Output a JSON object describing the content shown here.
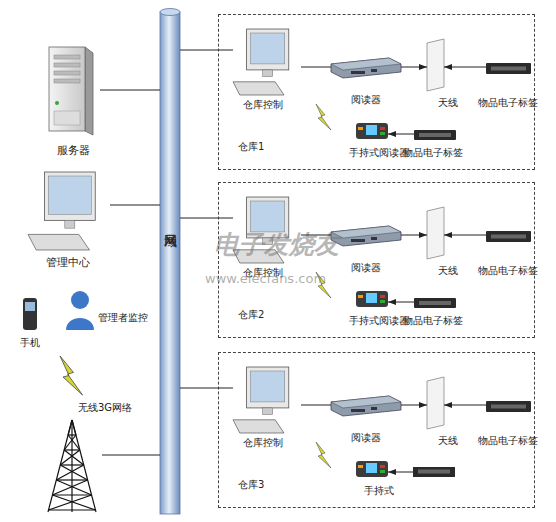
{
  "diagram": {
    "nodes": [
      {
        "text": [
          "服务器"
        ]
      },
      {
        "text": [
          "局域网"
        ]
      },
      {
        "text": [
          "管理中心"
        ]
      },
      {
        "text": [
          "手机"
        ]
      },
      {
        "text": [
          "管理者监控"
        ]
      },
      {
        "text": [
          "无线3G网络"
        ]
      },
      {
        "text": [
          "仓库1"
        ]
      },
      {
        "text": [
          "仓库控制"
        ],
        "in": 6
      },
      {
        "text": [
          "阅读器"
        ],
        "in": 6
      },
      {
        "text": [
          "天线"
        ],
        "in": 6
      },
      {
        "text": [
          "物品电子标签"
        ],
        "in": 6
      },
      {
        "text": [
          "手持式阅读器"
        ],
        "in": 6
      },
      {
        "text": [
          "物品电子标签"
        ],
        "in": 6
      },
      {
        "text": [
          "仓库2"
        ]
      },
      {
        "text": [
          "仓库控制"
        ],
        "in": 13
      },
      {
        "text": [
          "阅读器"
        ],
        "in": 13
      },
      {
        "text": [
          "天线"
        ],
        "in": 13
      },
      {
        "text": [
          "物品电子标签"
        ],
        "in": 13
      },
      {
        "text": [
          "手持式阅读器"
        ],
        "in": 13
      },
      {
        "text": [
          "物品电子标签"
        ],
        "in": 13
      },
      {
        "text": [
          "仓库3"
        ]
      },
      {
        "text": [
          "仓库控制"
        ],
        "in": 20
      },
      {
        "text": [
          "阅读器"
        ],
        "in": 20
      },
      {
        "text": [
          "天线"
        ],
        "in": 20
      },
      {
        "text": [
          "物品电子标签"
        ],
        "in": 20
      },
      {
        "text": [
          "手持式"
        ],
        "in": 20
      }
    ],
    "edges": [
      {
        "from": 0,
        "to": 1,
        "arrow": "none"
      },
      {
        "from": 2,
        "to": 1,
        "arrow": "none"
      },
      {
        "from": 5,
        "to": 1,
        "arrow": "none"
      },
      {
        "from": 1,
        "to": 7,
        "arrow": "none"
      },
      {
        "from": 7,
        "to": 8,
        "arrow": "none"
      },
      {
        "from": 8,
        "to": 9,
        "arrow": "to"
      },
      {
        "from": 10,
        "to": 9,
        "arrow": "to"
      },
      {
        "from": 12,
        "to": 11,
        "arrow": "to"
      },
      {
        "from": 1,
        "to": 14,
        "arrow": "none"
      },
      {
        "from": 14,
        "to": 15,
        "arrow": "none"
      },
      {
        "from": 15,
        "to": 16,
        "arrow": "to"
      },
      {
        "from": 17,
        "to": 16,
        "arrow": "to"
      },
      {
        "from": 19,
        "to": 18,
        "arrow": "to"
      },
      {
        "from": 1,
        "to": 21,
        "arrow": "none"
      },
      {
        "from": 21,
        "to": 22,
        "arrow": "none"
      },
      {
        "from": 22,
        "to": 23,
        "arrow": "to"
      },
      {
        "from": 24,
        "to": 23,
        "arrow": "to"
      }
    ],
    "labels": [
      "电子发烧友",
      "www.elecfans.com"
    ]
  }
}
